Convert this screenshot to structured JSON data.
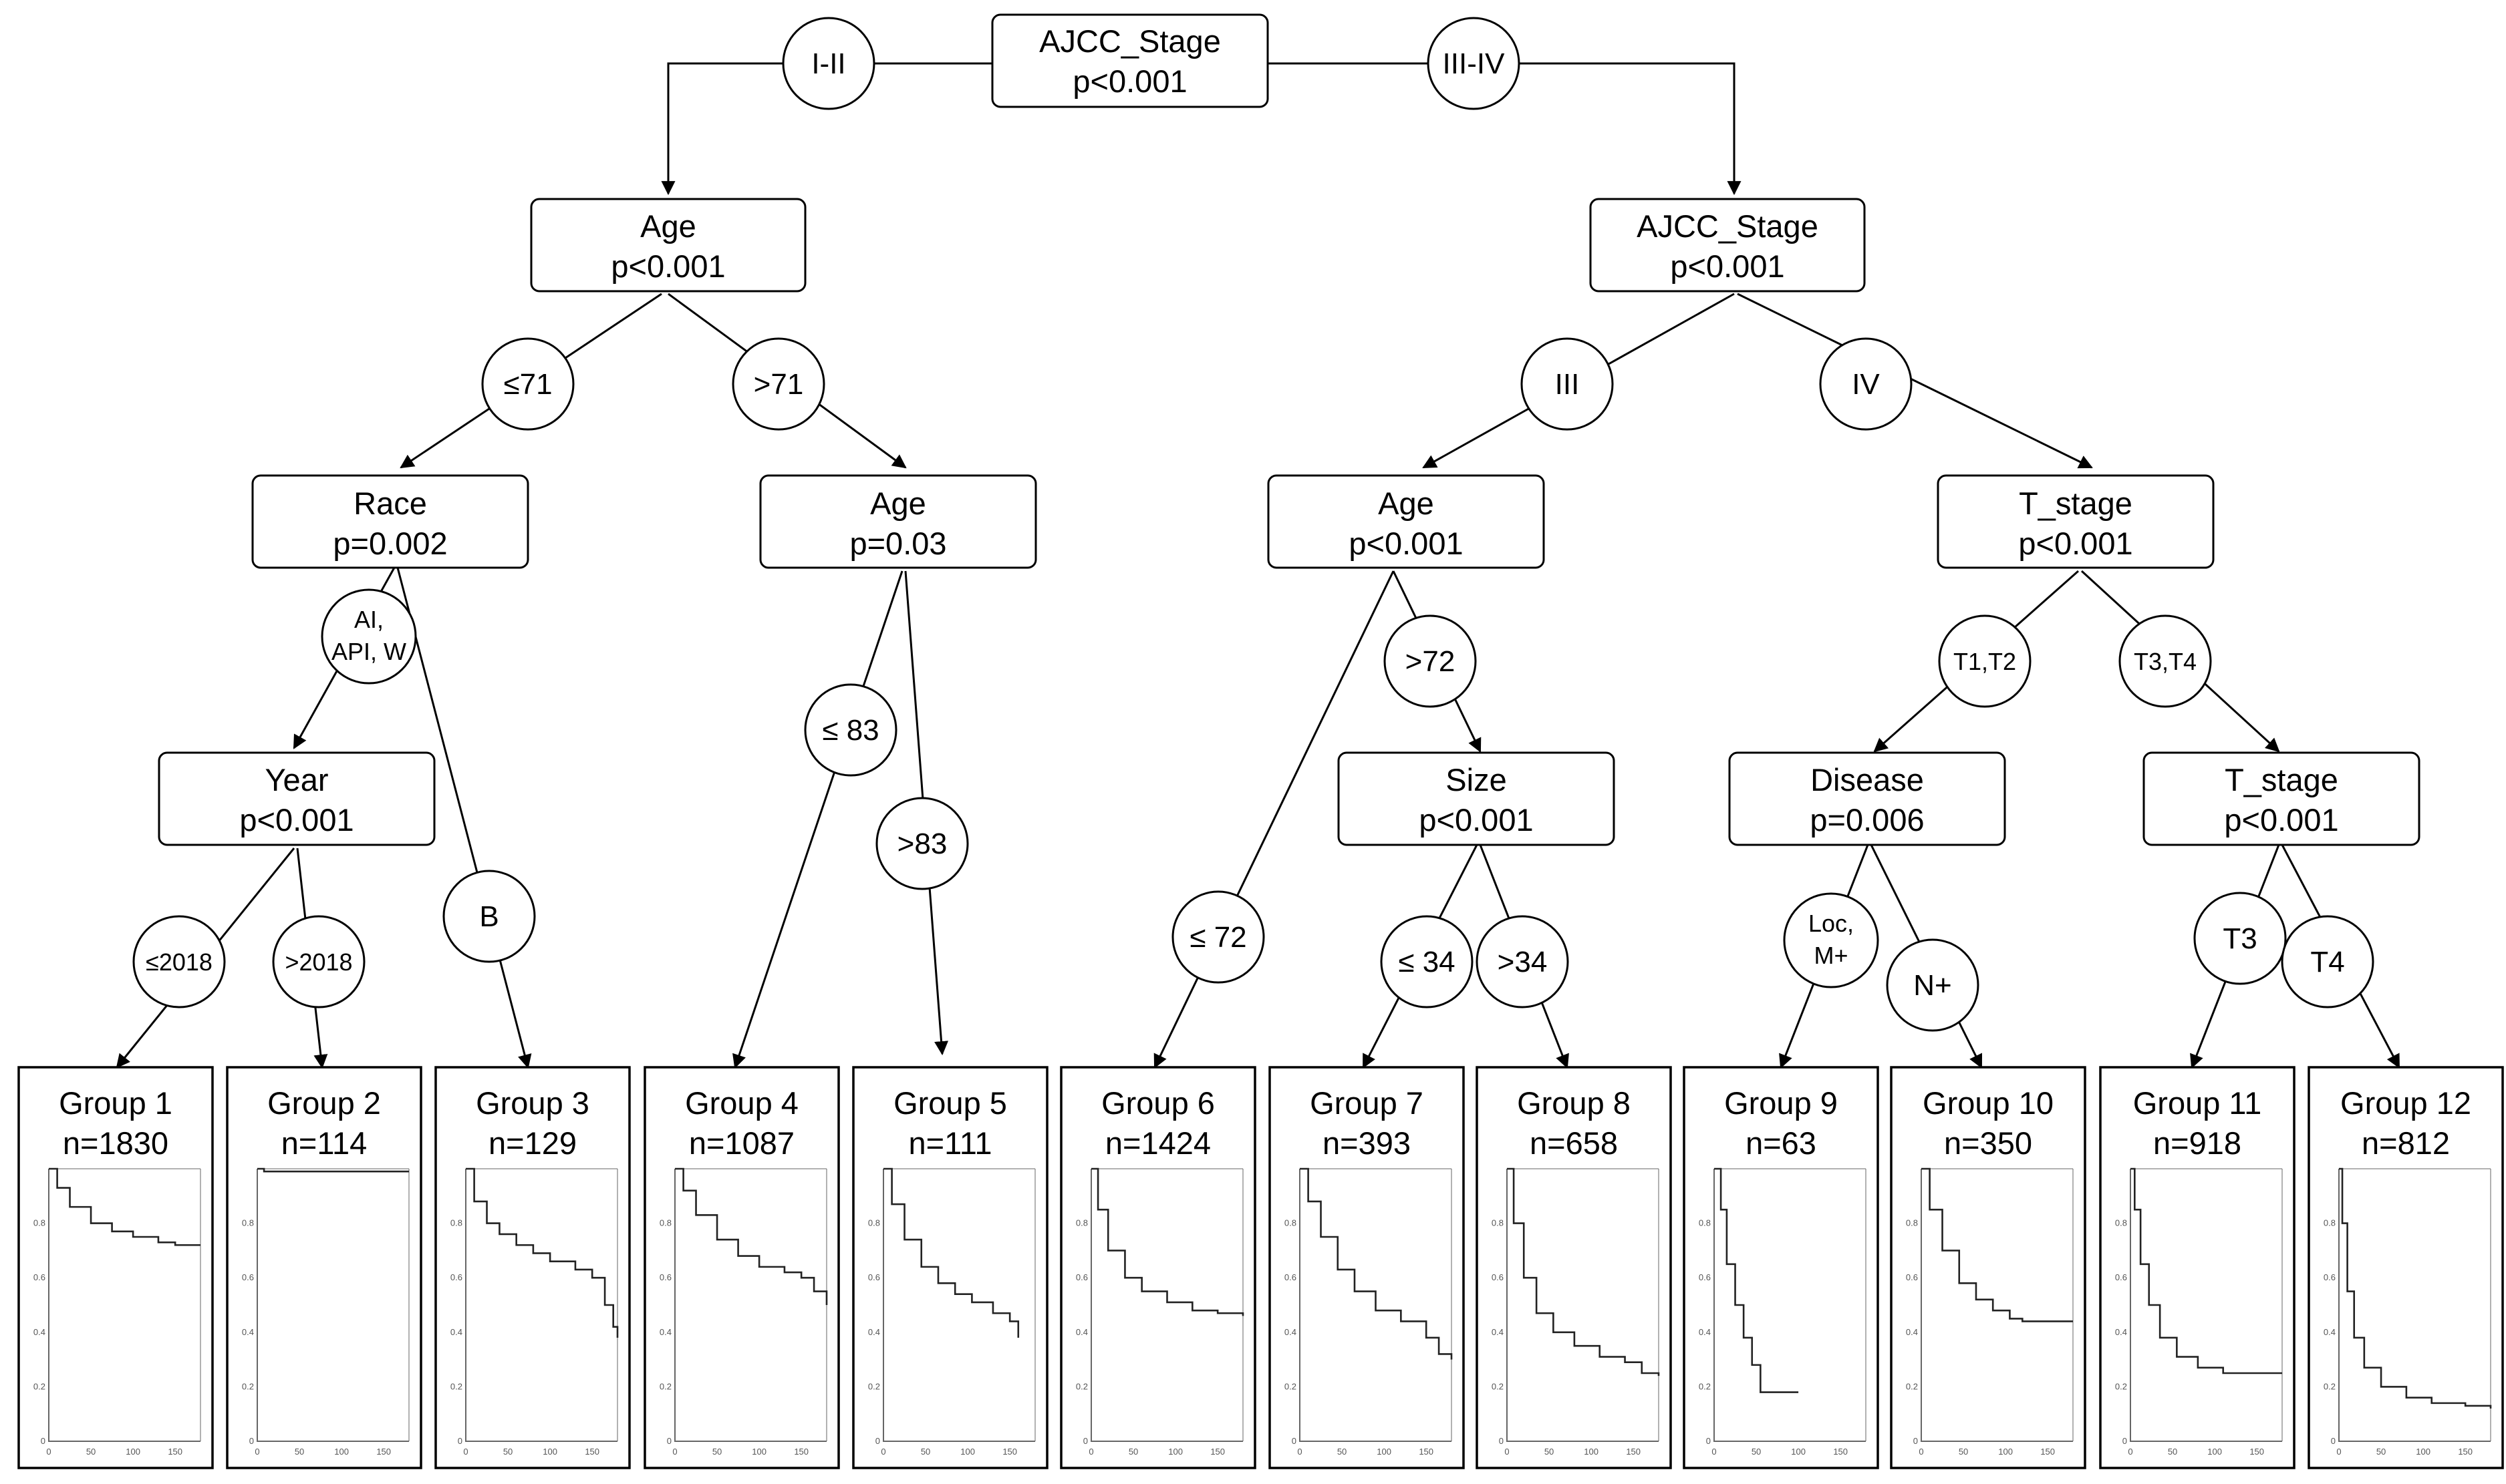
{
  "nodes": {
    "root": {
      "label": "AJCC_Stage",
      "p": "p<0.001"
    },
    "n_age1": {
      "label": "Age",
      "p": "p<0.001"
    },
    "n_ajcc2": {
      "label": "AJCC_Stage",
      "p": "p<0.001"
    },
    "n_race": {
      "label": "Race",
      "p": "p=0.002"
    },
    "n_age2": {
      "label": "Age",
      "p": "p=0.03"
    },
    "n_age3": {
      "label": "Age",
      "p": "p<0.001"
    },
    "n_tstage1": {
      "label": "T_stage",
      "p": "p<0.001"
    },
    "n_year": {
      "label": "Year",
      "p": "p<0.001"
    },
    "n_size": {
      "label": "Size",
      "p": "p<0.001"
    },
    "n_disease": {
      "label": "Disease",
      "p": "p=0.006"
    },
    "n_tstage2": {
      "label": "T_stage",
      "p": "p<0.001"
    }
  },
  "splits": {
    "s_i_ii": "I-II",
    "s_iii_iv": "III-IV",
    "s_le71": "≤71",
    "s_gt71": ">71",
    "s_iii": "III",
    "s_iv": "IV",
    "s_race_a_l1": "AI,",
    "s_race_a_l2": "API, W",
    "s_b": "B",
    "s_le83": "≤ 83",
    "s_gt83": ">83",
    "s_gt72": ">72",
    "s_le72": "≤ 72",
    "s_t1t2": "T1,T2",
    "s_t3t4": "T3,T4",
    "s_le2018": "≤2018",
    "s_gt2018": ">2018",
    "s_le34": "≤ 34",
    "s_gt34": ">34",
    "s_loc_l1": "Loc,",
    "s_loc_l2": "M+",
    "s_nplus": "N+",
    "s_t3": "T3",
    "s_t4": "T4"
  },
  "groups": [
    {
      "name": "Group 1",
      "n": "n=1830"
    },
    {
      "name": "Group 2",
      "n": "n=114"
    },
    {
      "name": "Group 3",
      "n": "n=129"
    },
    {
      "name": "Group 4",
      "n": "n=1087"
    },
    {
      "name": "Group 5",
      "n": "n=111"
    },
    {
      "name": "Group 6",
      "n": "n=1424"
    },
    {
      "name": "Group 7",
      "n": "n=393"
    },
    {
      "name": "Group 8",
      "n": "n=658"
    },
    {
      "name": "Group 9",
      "n": "n=63"
    },
    {
      "name": "Group 10",
      "n": "n=350"
    },
    {
      "name": "Group 11",
      "n": "n=918"
    },
    {
      "name": "Group 12",
      "n": "n=812"
    }
  ],
  "km_axis": {
    "y_ticks": [
      "0",
      "0.2",
      "0.4",
      "0.6",
      "0.8"
    ],
    "x_ticks": [
      "0",
      "50",
      "100",
      "150"
    ],
    "x_range": [
      0,
      180
    ],
    "y_range": [
      0,
      1
    ]
  },
  "km_curves": [
    {
      "points": [
        [
          0,
          1
        ],
        [
          10,
          0.93
        ],
        [
          25,
          0.86
        ],
        [
          50,
          0.8
        ],
        [
          75,
          0.77
        ],
        [
          100,
          0.75
        ],
        [
          130,
          0.73
        ],
        [
          150,
          0.72
        ],
        [
          180,
          0.72
        ]
      ]
    },
    {
      "points": [
        [
          0,
          1
        ],
        [
          5,
          1
        ],
        [
          8,
          0.99
        ],
        [
          15,
          0.99
        ],
        [
          180,
          0.99
        ]
      ]
    },
    {
      "points": [
        [
          0,
          1
        ],
        [
          10,
          0.88
        ],
        [
          25,
          0.8
        ],
        [
          40,
          0.76
        ],
        [
          60,
          0.72
        ],
        [
          80,
          0.69
        ],
        [
          100,
          0.66
        ],
        [
          130,
          0.63
        ],
        [
          150,
          0.6
        ],
        [
          165,
          0.5
        ],
        [
          175,
          0.42
        ],
        [
          180,
          0.38
        ]
      ]
    },
    {
      "points": [
        [
          0,
          1
        ],
        [
          10,
          0.92
        ],
        [
          25,
          0.83
        ],
        [
          50,
          0.74
        ],
        [
          75,
          0.68
        ],
        [
          100,
          0.64
        ],
        [
          130,
          0.62
        ],
        [
          150,
          0.6
        ],
        [
          165,
          0.55
        ],
        [
          180,
          0.5
        ]
      ]
    },
    {
      "points": [
        [
          0,
          1
        ],
        [
          10,
          0.87
        ],
        [
          25,
          0.74
        ],
        [
          45,
          0.64
        ],
        [
          65,
          0.58
        ],
        [
          85,
          0.54
        ],
        [
          105,
          0.51
        ],
        [
          130,
          0.47
        ],
        [
          150,
          0.44
        ],
        [
          160,
          0.38
        ]
      ]
    },
    {
      "points": [
        [
          0,
          1
        ],
        [
          8,
          0.85
        ],
        [
          20,
          0.7
        ],
        [
          40,
          0.6
        ],
        [
          60,
          0.55
        ],
        [
          90,
          0.51
        ],
        [
          120,
          0.48
        ],
        [
          150,
          0.47
        ],
        [
          180,
          0.46
        ]
      ]
    },
    {
      "points": [
        [
          0,
          1
        ],
        [
          10,
          0.88
        ],
        [
          25,
          0.75
        ],
        [
          45,
          0.63
        ],
        [
          65,
          0.55
        ],
        [
          90,
          0.48
        ],
        [
          120,
          0.44
        ],
        [
          150,
          0.38
        ],
        [
          165,
          0.32
        ],
        [
          180,
          0.3
        ]
      ]
    },
    {
      "points": [
        [
          0,
          1
        ],
        [
          8,
          0.8
        ],
        [
          20,
          0.6
        ],
        [
          35,
          0.47
        ],
        [
          55,
          0.4
        ],
        [
          80,
          0.35
        ],
        [
          110,
          0.31
        ],
        [
          140,
          0.29
        ],
        [
          160,
          0.25
        ],
        [
          180,
          0.24
        ]
      ]
    },
    {
      "points": [
        [
          0,
          1
        ],
        [
          8,
          0.85
        ],
        [
          15,
          0.65
        ],
        [
          25,
          0.5
        ],
        [
          35,
          0.38
        ],
        [
          45,
          0.28
        ],
        [
          55,
          0.18
        ],
        [
          70,
          0.18
        ],
        [
          100,
          0.18
        ]
      ]
    },
    {
      "points": [
        [
          0,
          1
        ],
        [
          10,
          0.85
        ],
        [
          25,
          0.7
        ],
        [
          45,
          0.58
        ],
        [
          65,
          0.52
        ],
        [
          85,
          0.48
        ],
        [
          105,
          0.45
        ],
        [
          120,
          0.44
        ],
        [
          180,
          0.44
        ]
      ]
    },
    {
      "points": [
        [
          0,
          1
        ],
        [
          5,
          0.85
        ],
        [
          12,
          0.65
        ],
        [
          22,
          0.5
        ],
        [
          35,
          0.38
        ],
        [
          55,
          0.31
        ],
        [
          80,
          0.27
        ],
        [
          110,
          0.25
        ],
        [
          150,
          0.25
        ],
        [
          180,
          0.25
        ]
      ]
    },
    {
      "points": [
        [
          0,
          1
        ],
        [
          4,
          0.8
        ],
        [
          10,
          0.55
        ],
        [
          18,
          0.38
        ],
        [
          30,
          0.27
        ],
        [
          50,
          0.2
        ],
        [
          80,
          0.16
        ],
        [
          110,
          0.14
        ],
        [
          150,
          0.13
        ],
        [
          180,
          0.12
        ]
      ]
    }
  ]
}
